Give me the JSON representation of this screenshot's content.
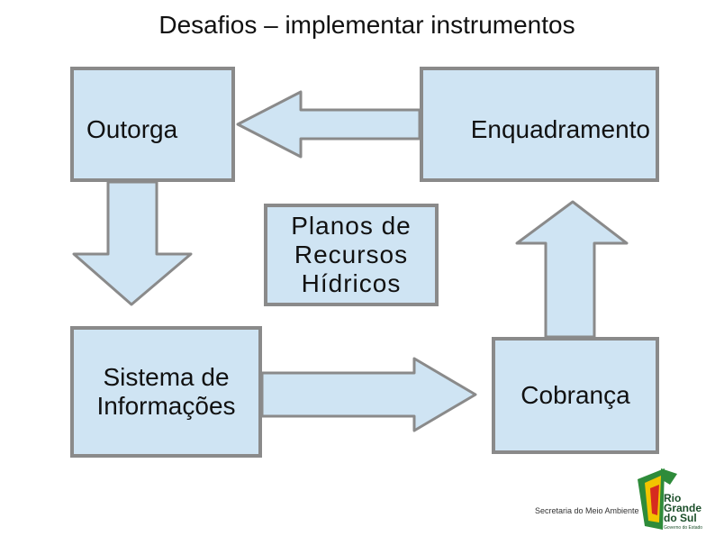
{
  "title": "Desafios – implementar instrumentos",
  "boxes": {
    "outorga": "Outorga",
    "enquadramento": "Enquadramento",
    "planos_line1": "Planos de",
    "planos_line2": "Recursos",
    "planos_line3": "Hídricos",
    "sistema_line1": "Sistema de",
    "sistema_line2": "Informações",
    "cobranca": "Cobrança"
  },
  "footer": {
    "secretaria": "Secretaria do Meio Ambiente",
    "logo_line1": "Rio",
    "logo_line2": "Grande",
    "logo_line3": "do Sul",
    "logo_sub": "Governo do Estado"
  },
  "colors": {
    "box_fill": "#cfe4f3",
    "box_border": "#8a8a8a",
    "logo_green": "#2e8b3a",
    "logo_yellow": "#f2c500",
    "logo_red": "#d62b1f"
  }
}
